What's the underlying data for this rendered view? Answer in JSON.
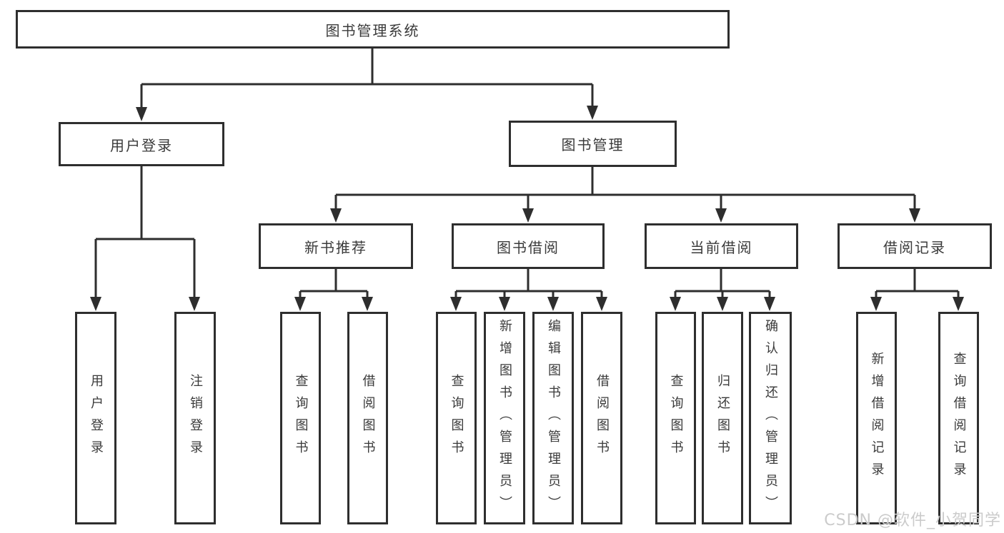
{
  "diagram": {
    "root": {
      "label": "图书管理系统"
    },
    "level2": [
      {
        "label": "用户登录"
      },
      {
        "label": "图书管理"
      }
    ],
    "level3": [
      {
        "label": "新书推荐",
        "parent": "图书管理"
      },
      {
        "label": "图书借阅",
        "parent": "图书管理"
      },
      {
        "label": "当前借阅",
        "parent": "图书管理"
      },
      {
        "label": "借阅记录",
        "parent": "图书管理"
      }
    ],
    "leaves": [
      {
        "label": "用户登录",
        "parent": "用户登录"
      },
      {
        "label": "注销登录",
        "parent": "用户登录"
      },
      {
        "label": "查询图书",
        "parent": "新书推荐"
      },
      {
        "label": "借阅图书",
        "parent": "新书推荐"
      },
      {
        "label": "查询图书",
        "parent": "图书借阅"
      },
      {
        "label": "新增图书（管理员）",
        "parent": "图书借阅"
      },
      {
        "label": "编辑图书（管理员）",
        "parent": "图书借阅"
      },
      {
        "label": "借阅图书",
        "parent": "图书借阅"
      },
      {
        "label": "查询图书",
        "parent": "当前借阅"
      },
      {
        "label": "归还图书",
        "parent": "当前借阅"
      },
      {
        "label": "确认归还（管理员）",
        "parent": "当前借阅"
      },
      {
        "label": "新增借阅记录",
        "parent": "借阅记录"
      },
      {
        "label": "查询借阅记录",
        "parent": "借阅记录"
      }
    ]
  },
  "watermark": {
    "text": "CSDN @软件_小贺同学"
  },
  "colors": {
    "line": "#2e2e2e",
    "text": "#3a3a3a",
    "background": "#ffffff",
    "watermark": "#cbcbcb"
  }
}
